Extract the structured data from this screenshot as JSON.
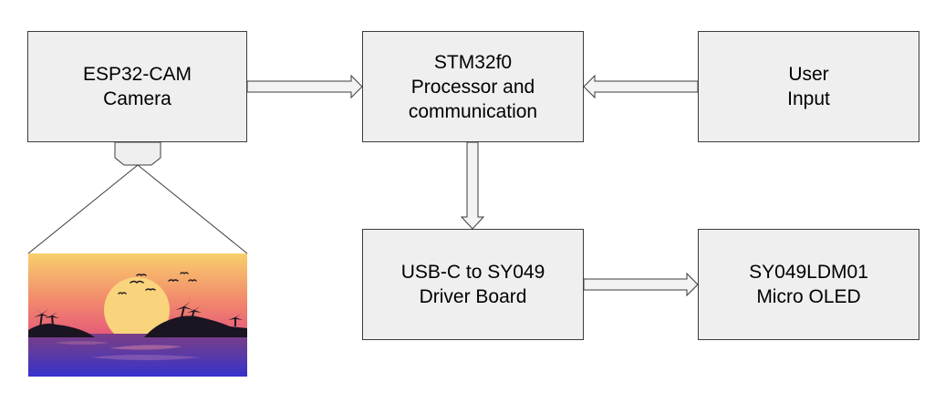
{
  "blocks": {
    "esp32": {
      "line1": "ESP32-CAM",
      "line2": "Camera"
    },
    "stm32": {
      "line1": "STM32f0",
      "line2": "Processor and",
      "line3": "communication"
    },
    "user": {
      "line1": "User",
      "line2": "Input"
    },
    "usbc": {
      "line1": "USB-C to SY049",
      "line2": "Driver Board"
    },
    "oled": {
      "line1": "SY049LDM01",
      "line2": "Micro OLED"
    }
  },
  "colors": {
    "box_fill": "#efefef",
    "box_border": "#3c3c3c",
    "arrow_fill": "#f3f3f3",
    "sky_top": "#f7c76a",
    "sky_bottom": "#e85b72",
    "sea_top": "#6a3d8e",
    "sea_bottom": "#3b32c9",
    "sun": "#f8d27a",
    "silhouette": "#1a1320"
  },
  "icons": [
    "camera-lens-icon",
    "sunset-image"
  ],
  "connections": [
    {
      "from": "esp32",
      "to": "stm32"
    },
    {
      "from": "user",
      "to": "stm32"
    },
    {
      "from": "stm32",
      "to": "usbc"
    },
    {
      "from": "usbc",
      "to": "oled"
    }
  ]
}
